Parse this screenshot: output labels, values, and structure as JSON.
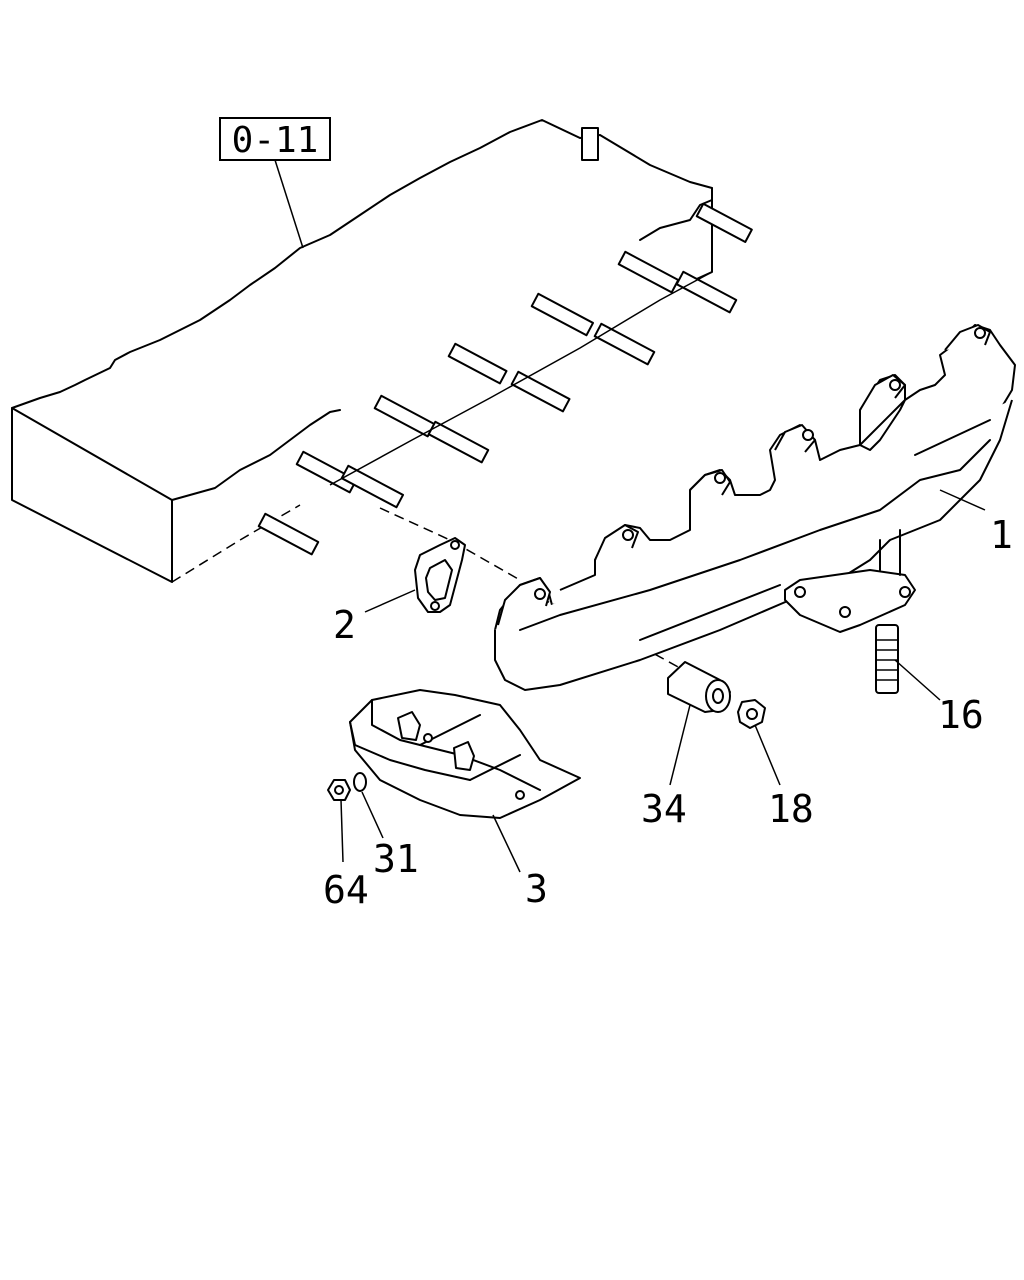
{
  "reference_box": {
    "text": "0-11"
  },
  "callouts": [
    {
      "id": "1",
      "text": "1"
    },
    {
      "id": "2",
      "text": "2"
    },
    {
      "id": "3",
      "text": "3"
    },
    {
      "id": "16",
      "text": "16"
    },
    {
      "id": "18",
      "text": "18"
    },
    {
      "id": "31",
      "text": "31"
    },
    {
      "id": "34",
      "text": "34"
    },
    {
      "id": "64",
      "text": "64"
    }
  ],
  "colors": {
    "line": "#000000",
    "background": "#ffffff"
  }
}
